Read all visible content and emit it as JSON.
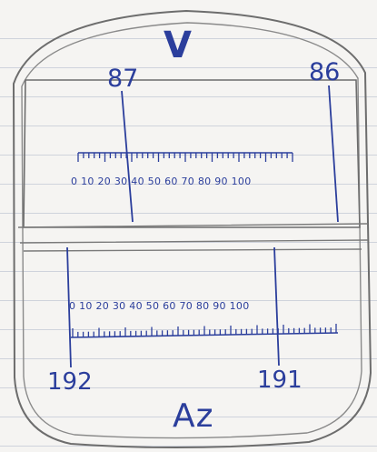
{
  "sketch": {
    "top_mark": "V",
    "bottom_mark": "Az",
    "upper_window": {
      "left_value": "87",
      "right_value": "86",
      "scale_labels": "0 10 20 30 40 50 60 70 80 90 100"
    },
    "lower_window": {
      "left_value": "192",
      "right_value": "191",
      "scale_labels": "0 10 20 30 40 50 60 70 80 90 100"
    }
  },
  "colors": {
    "ink_blue": "#2b3e9c",
    "pencil": "#6d6d6d",
    "paper": "#f5f4f2",
    "rule_lines": "#cfd3dc"
  }
}
